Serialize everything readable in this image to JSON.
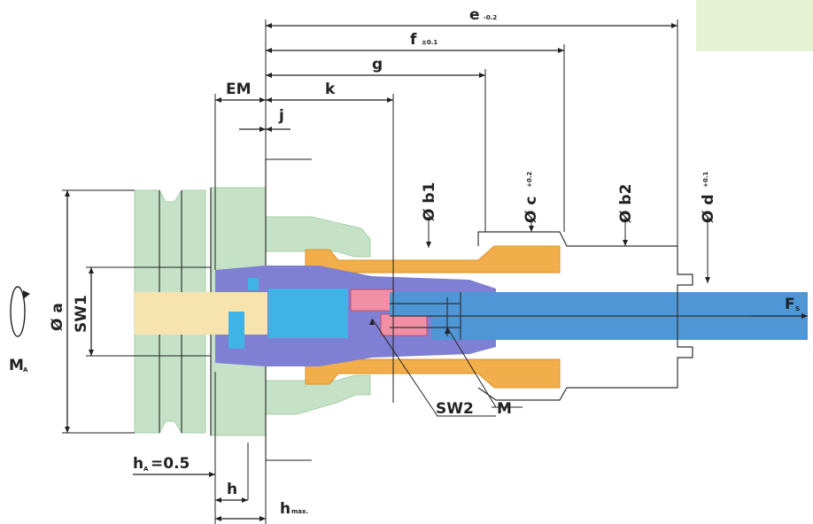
{
  "colors": {
    "housing": "#c5e2c6",
    "housing_dark": "#a9cfab",
    "sleeve": "#f2ae4a",
    "sleeve_dark": "#d99128",
    "inner_body": "#7f7fd3",
    "cyan_part": "#3fb3e6",
    "seal": "#f08fa5",
    "shaft": "#4e96d6",
    "yellow_shaft": "#f6e3ad",
    "corner_patch": "#e6f3d3"
  },
  "labels": {
    "e": "e",
    "e_tol": "-0.2",
    "f": "f",
    "f_tol": "±0.1",
    "g": "g",
    "k": "k",
    "em": "EM",
    "j": "j",
    "b1": "Ø b1",
    "c": "Ø c",
    "c_tol": "+0.2",
    "b2": "Ø b2",
    "d": "Ø d",
    "d_tol": "+0.1",
    "a": "Ø a",
    "sw1": "SW1",
    "sw2": "SW2",
    "m": "M",
    "ma": "M",
    "ma_sub": "A",
    "fs": "F",
    "fs_sub": "S",
    "ha": "h",
    "ha_sub": "A",
    "ha_val": "=0.5",
    "h": "h",
    "hmax": "h",
    "hmax_sub": "max."
  }
}
